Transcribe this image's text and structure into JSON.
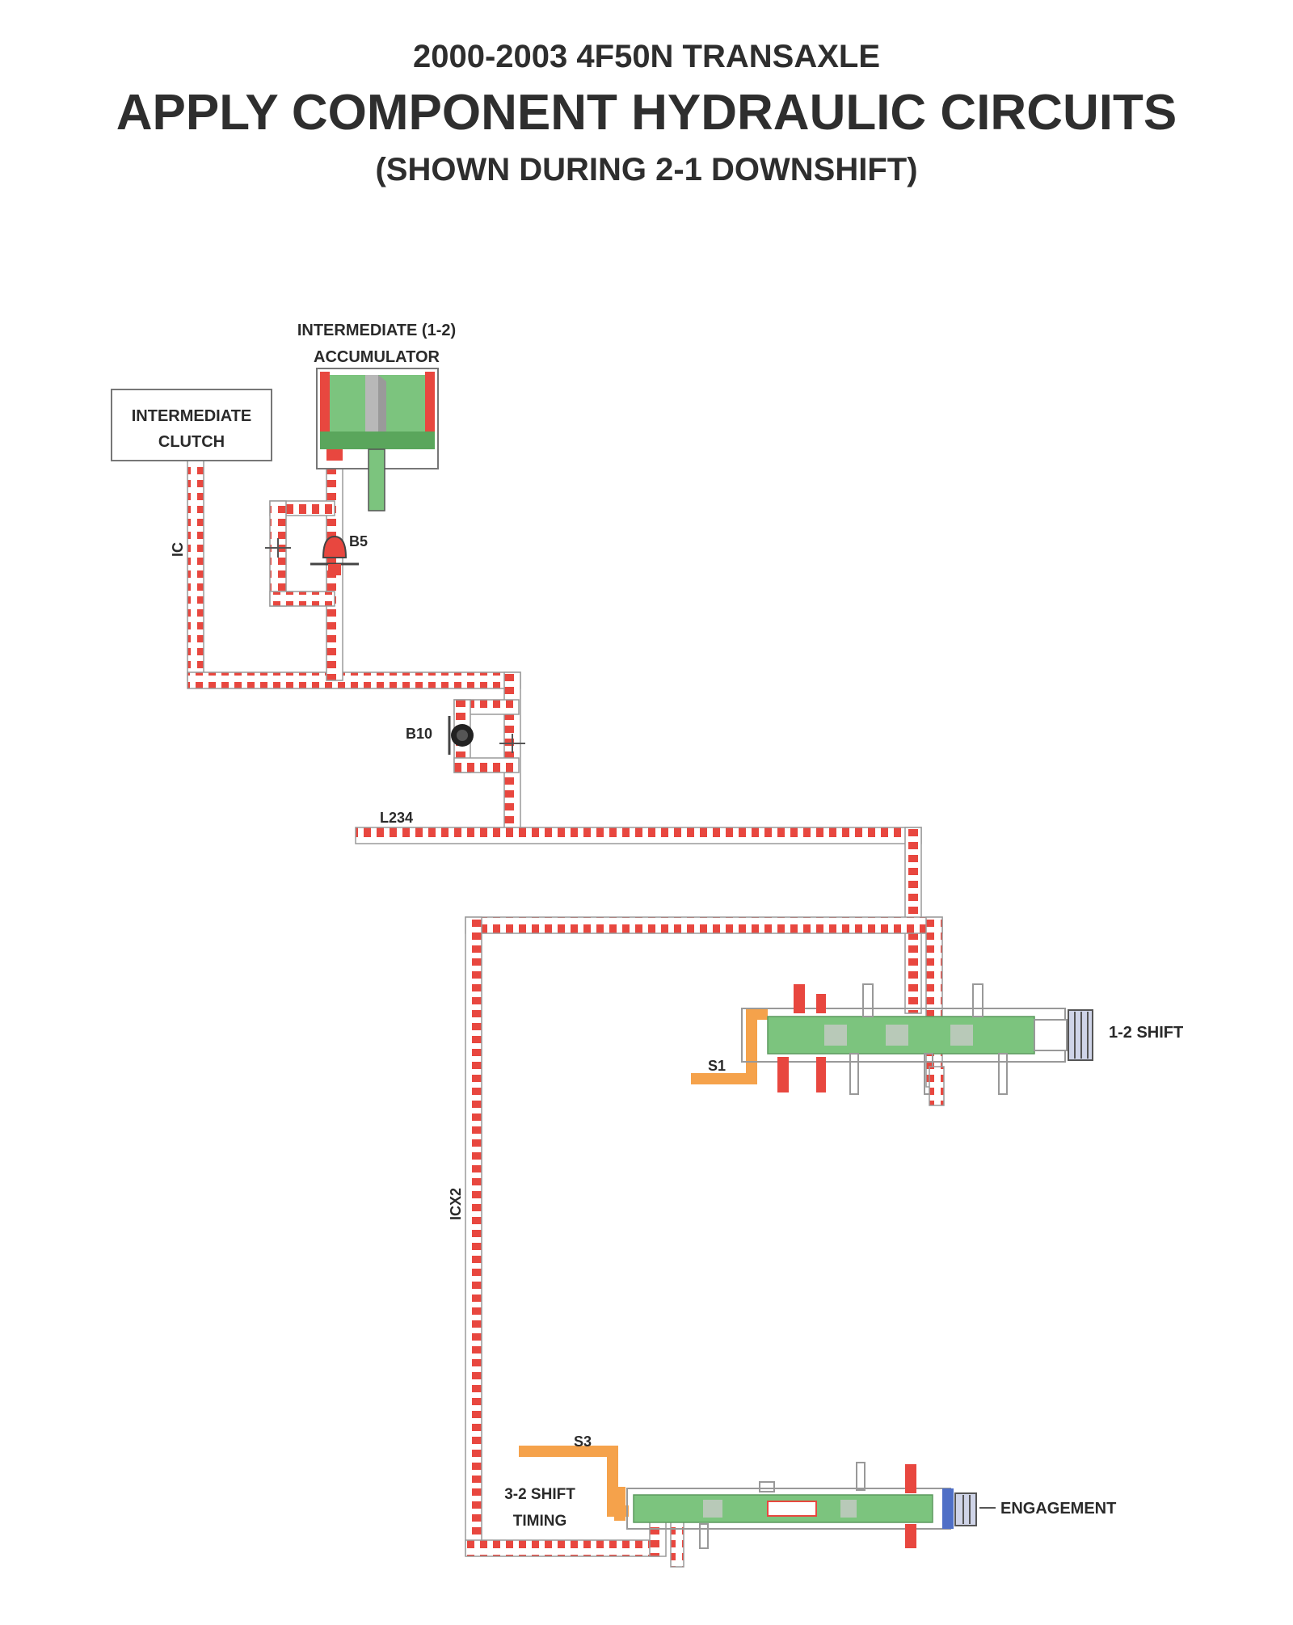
{
  "title": {
    "line1": "2000-2003 4F50N TRANSAXLE",
    "line2": "APPLY COMPONENT HYDRAULIC CIRCUITS",
    "line3": "(SHOWN DURING 2-1 DOWNSHIFT)"
  },
  "components": {
    "accumulator_line1": "INTERMEDIATE (1-2)",
    "accumulator_line2": "ACCUMULATOR",
    "clutch_line1": "INTERMEDIATE",
    "clutch_line2": "CLUTCH",
    "valve_1_2": "1-2 SHIFT",
    "valve_3_2_line1": "3-2 SHIFT",
    "valve_3_2_line2": "TIMING",
    "valve_engagement": "ENGAGEMENT"
  },
  "checkballs": {
    "b5": "B5",
    "b10": "B10"
  },
  "circuits": {
    "ic": "IC",
    "l234": "L234",
    "icx2": "ICX2",
    "s1": "S1",
    "s3": "S3"
  },
  "colors": {
    "circuit_fill": "#e8473f",
    "valve_green": "#7cc47e",
    "solenoid_orange": "#f5a24b",
    "end_blue": "#4f6fc6",
    "title_text": "#2e2e2e"
  }
}
